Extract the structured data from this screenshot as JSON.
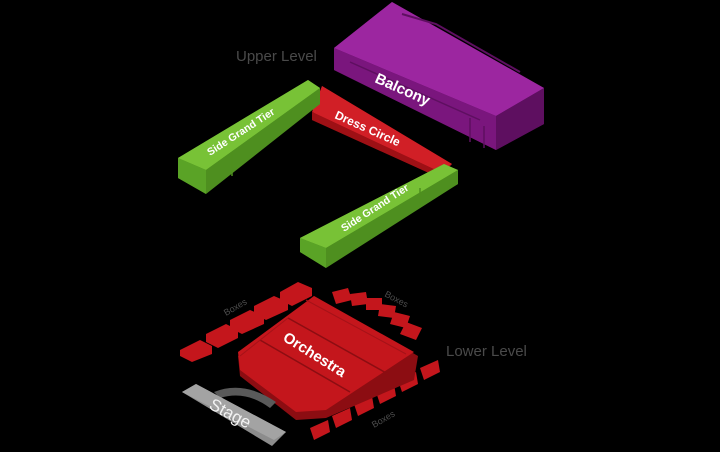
{
  "levels": {
    "upper": "Upper Level",
    "lower": "Lower Level"
  },
  "sections": {
    "balcony": "Balcony",
    "dress_circle": "Dress Circle",
    "side_grand_tier_left": "Side Grand Tier",
    "side_grand_tier_right": "Side Grand Tier",
    "orchestra": "Orchestra",
    "stage": "Stage",
    "boxes_left": "Boxes",
    "boxes_top_right": "Boxes",
    "boxes_bottom_right": "Boxes"
  },
  "colors": {
    "background": "#000000",
    "balcony": "#8c1a8e",
    "dress_circle": "#c4161c",
    "side_grand_tier": "#6bb52e",
    "orchestra": "#c4161c",
    "boxes": "#c4161c",
    "stage": "#9a9a9a",
    "label": "#4a4a4a"
  }
}
